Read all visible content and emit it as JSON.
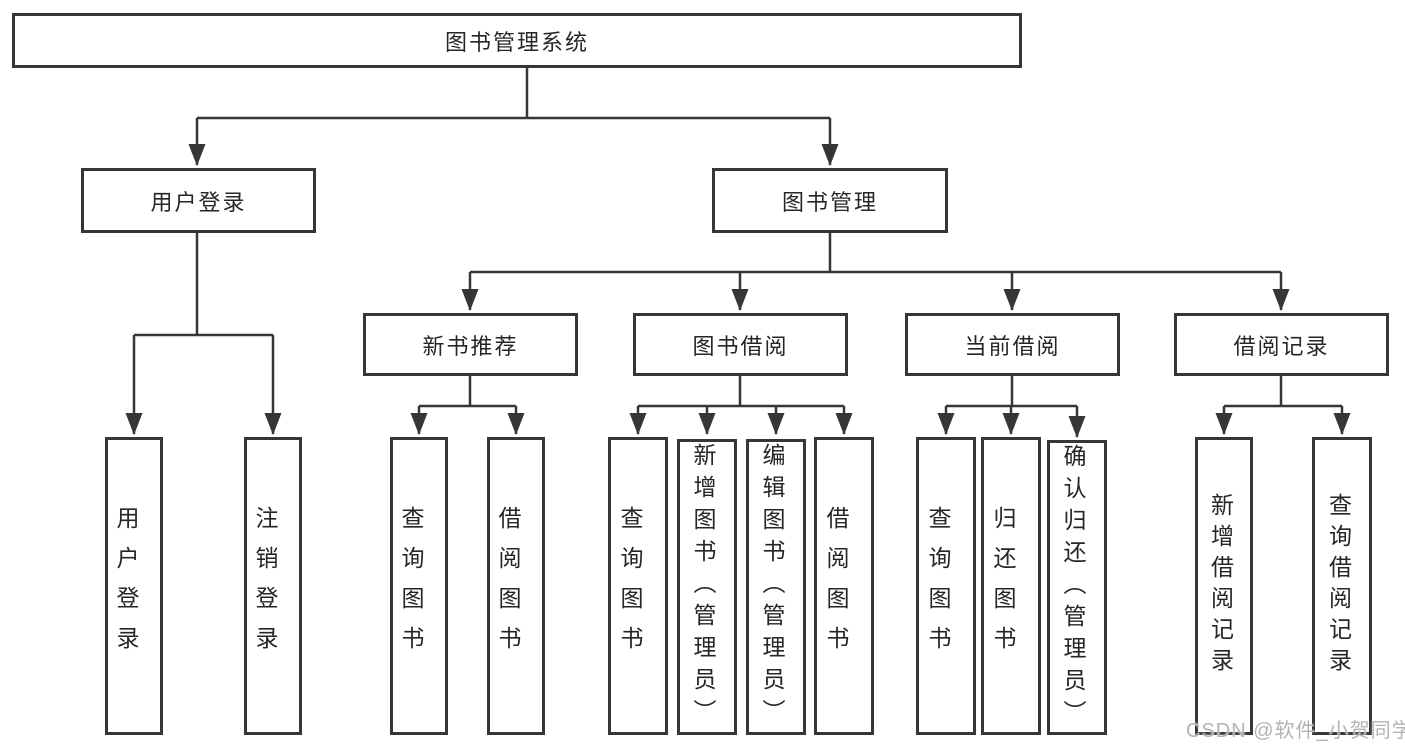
{
  "nodes": {
    "root": "图书管理系统",
    "user_login": "用户登录",
    "book_management": "图书管理",
    "new_book_recommend": "新书推荐",
    "book_borrow": "图书借阅",
    "current_borrow": "当前借阅",
    "borrow_records": "借阅记录",
    "user_login_children": [
      "用户登录",
      "注销登录"
    ],
    "new_book_children": [
      "查询图书",
      "借阅图书"
    ],
    "book_borrow_children": [
      "查询图书",
      "新增图书（管理员）",
      "编辑图书（管理员）",
      "借阅图书"
    ],
    "current_borrow_children": [
      "查询图书",
      "归还图书",
      "确认归还（管理员）"
    ],
    "borrow_records_children": [
      "新增借阅记录",
      "查询借阅记录"
    ]
  },
  "watermark": "CSDN @软件_小贺同学",
  "colors": {
    "line": "#363636",
    "box_border": "#363636",
    "text": "#262626",
    "watermark": "#b3b3b3",
    "background": "#ffffff"
  }
}
